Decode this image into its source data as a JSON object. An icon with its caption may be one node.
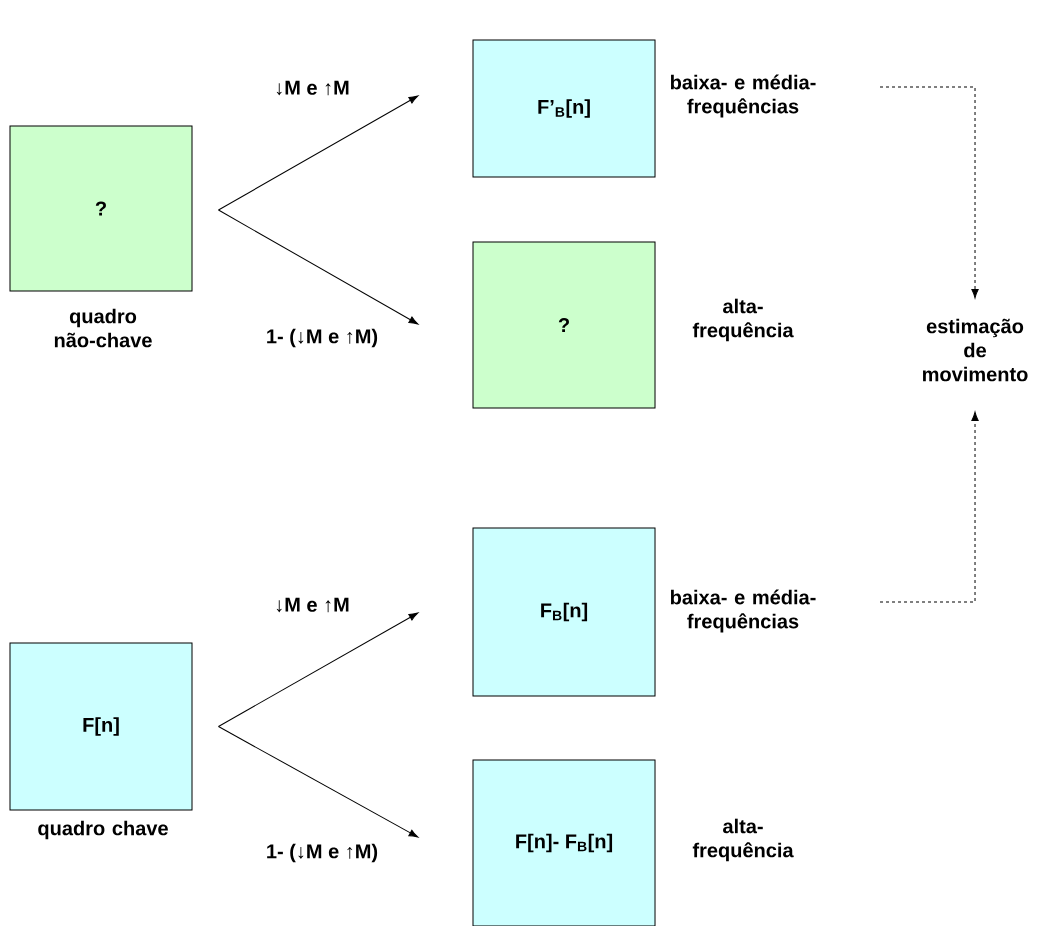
{
  "diagram": {
    "nodes": [
      {
        "text": [
          "?"
        ],
        "beside": [
          "quadro não-chave"
        ]
      },
      {
        "text": [
          "F’$_{B}$[n]"
        ]
      },
      {
        "text": [
          "?"
        ],
        "beside": [
          "alta-frequência"
        ]
      },
      {
        "text": [
          "F[n]"
        ],
        "beside": [
          "quadro chave"
        ]
      },
      {
        "text": [
          "F$_{B}$[n]"
        ]
      },
      {
        "text": [
          "F[n]- F$_{B}$[n]"
        ],
        "beside": [
          "alta-frequência"
        ]
      },
      {
        "text": [
          "baixa- e média-frequências"
        ]
      },
      {
        "text": [
          "baixa- e média-frequências"
        ]
      },
      {
        "text": [
          "estimação de movimento"
        ]
      }
    ],
    "edges": [
      {
        "from": 0,
        "to": 1,
        "arrow": "to",
        "label": "↓M e ↑M"
      },
      {
        "from": 0,
        "to": 2,
        "arrow": "to",
        "label": "1- (↓M e ↑M)"
      },
      {
        "from": 3,
        "to": 4,
        "arrow": "to",
        "label": "↓M e ↑M"
      },
      {
        "from": 3,
        "to": 5,
        "arrow": "to",
        "label": "1- (↓M e ↑M)"
      },
      {
        "from": 6,
        "to": 8,
        "arrow": "to",
        "style": "dashed"
      },
      {
        "from": 7,
        "to": 8,
        "arrow": "to",
        "style": "dashed"
      }
    ]
  }
}
